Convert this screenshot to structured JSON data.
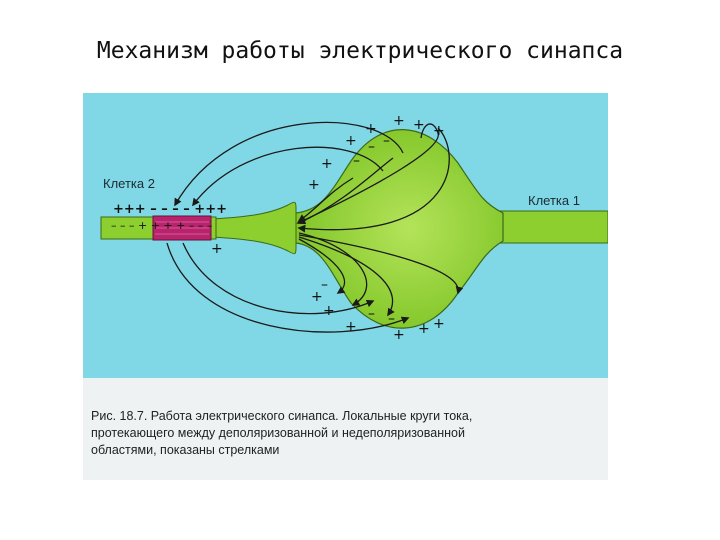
{
  "slide": {
    "title": "Механизм работы электрического синапса"
  },
  "diagram": {
    "cell2_label": "Клетка 2",
    "cell1_label": "Клетка 1",
    "cell2_top_charges": "+++  – – – – +++",
    "cell2_bottom_charges": "– – –  + + + +  – – –",
    "colors": {
      "cell_fill": "#8ccf2e",
      "cell_outline": "#3d6a18",
      "depolarized_zone": "#b8246c",
      "background": "#80d8e6",
      "arrow": "#1a1a1a"
    }
  },
  "caption": {
    "line1": "Рис. 18.7. Работа электрического синапса. Локальные круги тока,",
    "line2": "протекающего между деполяризованной и недеполяризованной",
    "line3": "областями, показаны стрелками"
  }
}
